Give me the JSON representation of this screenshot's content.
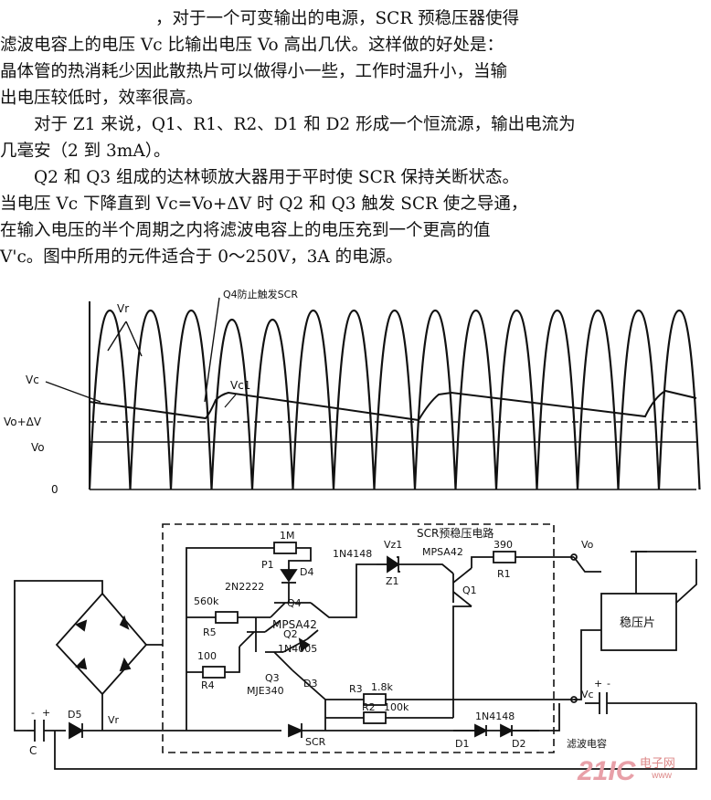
{
  "text": {
    "lines": [
      "，对于一个可变输出的电源，SCR 预稳压器使得",
      "滤波电容上的电压 Vc 比输出电压 Vo 高出几伏。这样做的好处是：",
      "晶体管的热消耗少因此散热片可以做得小一些，工作时温升小，当输",
      "出电压较低时，效率很高。",
      "对于 Z1 来说，Q1、R1、R2、D1 和 D2 形成一个恒流源，输出电流为",
      "几毫安（2 到 3mA）。",
      "Q2 和 Q3 组成的达林顿放大器用于平时使 SCR 保持关断状态。",
      "当电压 Vc 下降直到 Vc=Vo+ΔV 时 Q2 和 Q3 触发 SCR 使之导通，",
      "在输入电压的半个周期之内将滤波电容上的电压充到一个更高的值",
      "V'c。图中所用的元件适合于 0～250V，3A 的电源。"
    ]
  },
  "waveform": {
    "annotation": "Q4防止触发SCR",
    "label_vr": "Vr",
    "label_vc": "Vc",
    "label_vc1": "Vc1",
    "label_vo_dv": "Vo+ΔV",
    "label_vo": "Vo",
    "label_zero": "0"
  },
  "circuit": {
    "title": "SCR预稳压电路",
    "r_1m": "1M",
    "p1": "P1",
    "d4": "D4",
    "d4_part": "1N4148",
    "v_z1": "Vz1",
    "z1": "Z1",
    "q1_part": "MPSA42",
    "r1_value": "390",
    "r1": "R1",
    "q1": "Q1",
    "vo": "Vo",
    "q4_part": "2N2222",
    "q4": "Q4",
    "r5_value": "560k",
    "r5": "R5",
    "q2_part": "MPSA42",
    "q2": "Q2",
    "d3_part": "1N4005",
    "r4_value": "100",
    "r4": "R4",
    "q3": "Q3",
    "q3_part": "MJE340",
    "d3": "D3",
    "r3": "R3",
    "r3_value": "1.8k",
    "r2": "R2",
    "r2_value": "100k",
    "scr": "SCR",
    "d1": "D1",
    "d12_part": "1N4148",
    "d2": "D2",
    "regulator": "稳压片",
    "vc": "Vc",
    "filter_cap": "滤波电容",
    "c": "C",
    "d5": "D5",
    "vr": "Vr",
    "plus": "+",
    "minus": "-"
  },
  "watermark": {
    "brand": "21IC",
    "sub": "电子网",
    "url": "www"
  }
}
